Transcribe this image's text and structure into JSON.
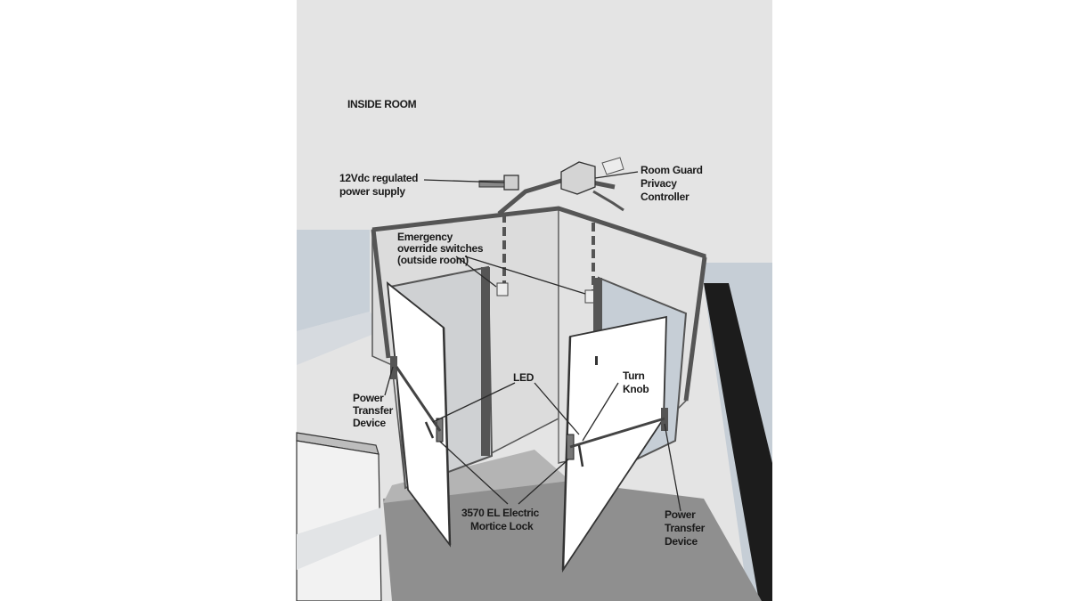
{
  "labels": {
    "inside_room": "INSIDE ROOM",
    "power_supply": [
      "12Vdc regulated",
      "power supply"
    ],
    "controller": [
      "Room Guard",
      "Privacy",
      "Controller"
    ],
    "override": [
      "Emergency",
      "override switches",
      "(outside room)"
    ],
    "led": "LED",
    "turn_knob": [
      "Turn",
      "Knob"
    ],
    "ptd_left": [
      "Power",
      "Transfer",
      "Device"
    ],
    "ptd_right": [
      "Power",
      "Transfer",
      "Device"
    ],
    "lock": [
      "3570 EL Electric",
      "Mortice Lock"
    ]
  },
  "colors": {
    "sky": "#e4e4e4",
    "wall": "#dfdfdf",
    "floor": "#8f8f8f",
    "door": "#ffffff",
    "trim": "#555555",
    "dark": "#1c1c1c",
    "pale_blue": "#c6ced6"
  }
}
